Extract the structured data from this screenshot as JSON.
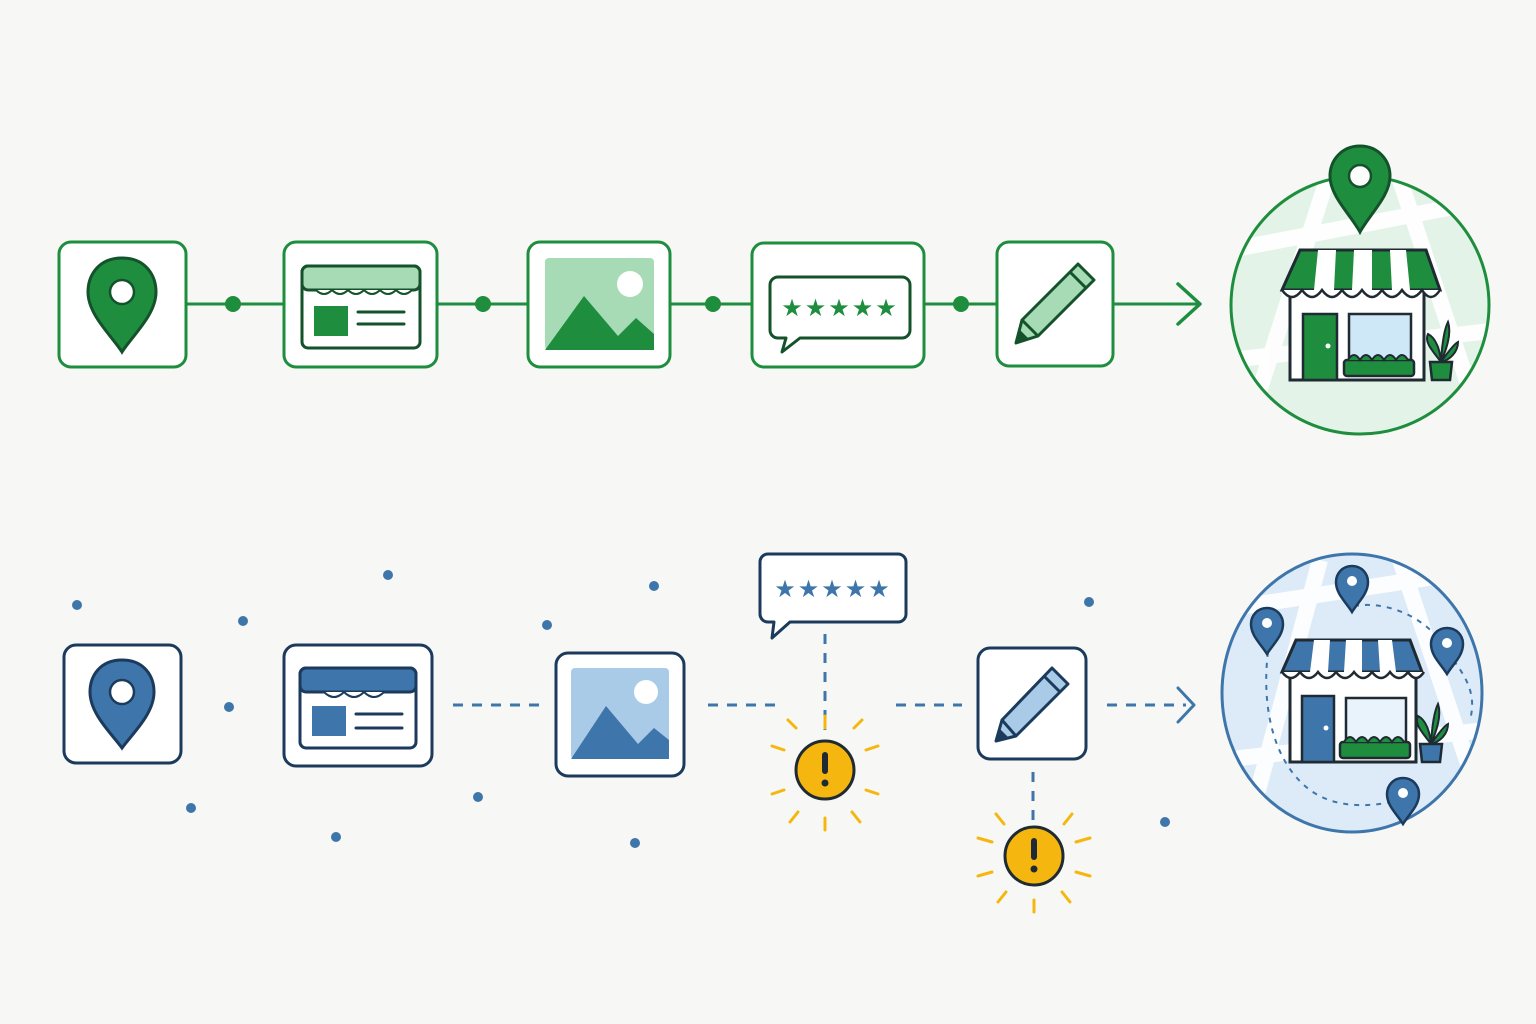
{
  "colors": {
    "background": "#f7f8f5",
    "green": "#1e8e3e",
    "green_dark": "#13522a",
    "green_light": "#a7dbb5",
    "green_pale": "#e3f3e7",
    "blue": "#3e76ab",
    "blue_dark": "#1b3a5c",
    "blue_light": "#a9cbe8",
    "blue_pale": "#dcebf7",
    "warning": "#f5b70f",
    "ink": "#1f2a33"
  },
  "rows": [
    {
      "id": "connected",
      "theme": "green",
      "connector": "solid",
      "steps": [
        "location-pin-icon",
        "storefront-listing-icon",
        "photo-icon",
        "review-stars-icon",
        "pencil-edit-icon"
      ],
      "destination": "storefront-map-icon",
      "review_stars": "★★★★★"
    },
    {
      "id": "fragmented",
      "theme": "blue",
      "connector": "dashed",
      "steps": [
        "location-pin-icon",
        "storefront-listing-icon",
        "photo-icon",
        "review-stars-icon",
        "pencil-edit-icon"
      ],
      "destination": "storefront-map-icon",
      "review_stars": "★★★★★",
      "warnings": [
        "warning-icon",
        "warning-icon"
      ]
    }
  ]
}
